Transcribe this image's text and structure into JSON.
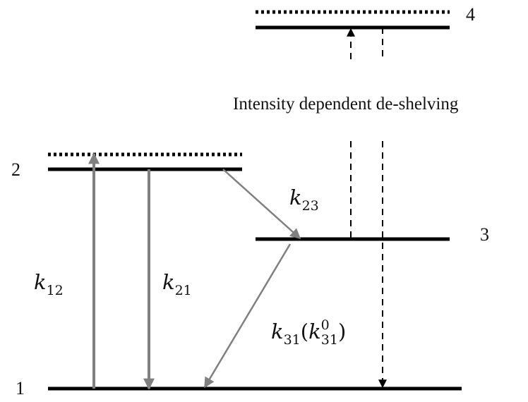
{
  "levels": {
    "level_1": "1",
    "level_2": "2",
    "level_3": "3",
    "level_4": "4"
  },
  "caption": "Intensity dependent de-shelving",
  "rates": {
    "k12": {
      "main": "k",
      "sub": "12"
    },
    "k21": {
      "main": "k",
      "sub": "21"
    },
    "k23": {
      "main": "k",
      "sub": "23"
    },
    "k31": {
      "main": "k",
      "sub": "31",
      "paren_open": "(",
      "inner_main": "k",
      "inner_sub": "31",
      "inner_sup": "0",
      "paren_close": ")"
    }
  },
  "colors": {
    "level": "#000000",
    "optical_transition": "#808080",
    "deshelving": "#000000"
  }
}
